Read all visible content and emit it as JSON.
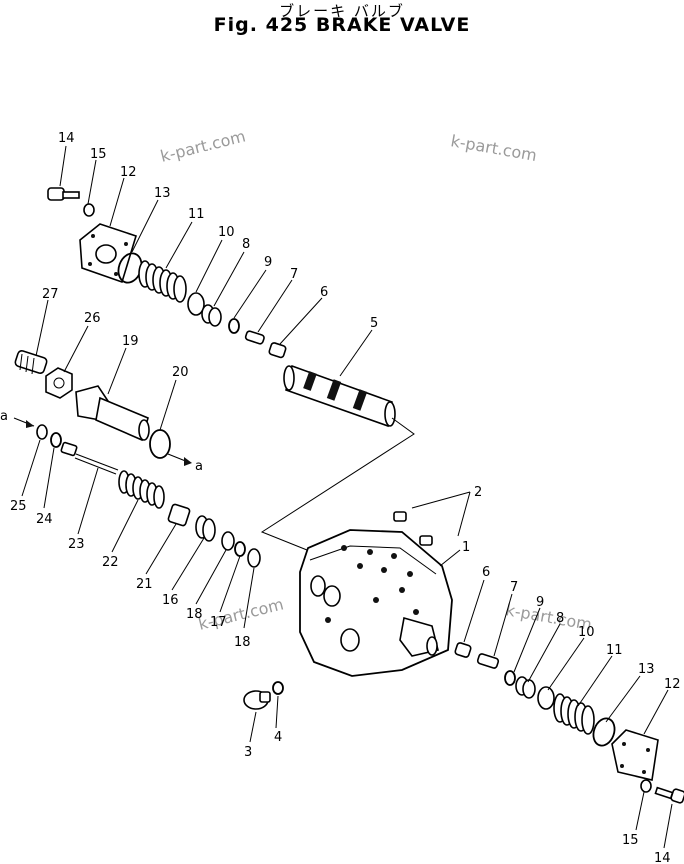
{
  "title_jp": "ブレーキ バルブ",
  "title_en": "Fig. 425 BRAKE VALVE",
  "watermark": "k-part.com",
  "ref_a": "a",
  "labels": {
    "l1": "1",
    "l2": "2",
    "l3": "3",
    "l4": "4",
    "l5": "5",
    "l6": "6",
    "l7": "7",
    "l8": "8",
    "l9": "9",
    "l10": "10",
    "l11": "11",
    "l12": "12",
    "l13": "13",
    "l14": "14",
    "l15": "15",
    "l16": "16",
    "l17": "17",
    "l18": "18",
    "l19": "19",
    "l20": "20",
    "l21": "21",
    "l22": "22",
    "l23": "23",
    "l24": "24",
    "l25": "25",
    "l26": "26",
    "l27": "27"
  }
}
